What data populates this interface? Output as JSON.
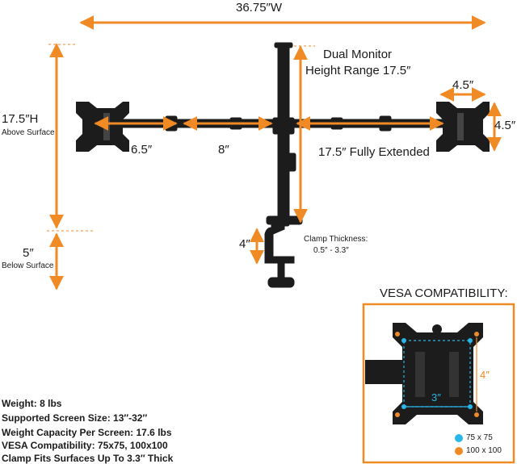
{
  "dimensions": {
    "total_width": "36.75″W",
    "height_range_line1": "Dual Monitor",
    "height_range_line2": "Height Range 17.5″",
    "height_above": "17.5″H",
    "above_surface": "Above Surface",
    "below": "5″",
    "below_surface": "Below Surface",
    "arm_inner": "6.5″",
    "arm_mid": "8″",
    "arm_extended": "17.5″ Fully Extended",
    "plate_width": "4.5″",
    "plate_height": "4.5″",
    "clamp_height": "4″",
    "clamp_thickness_label": "Clamp Thickness:",
    "clamp_thickness_range": "0.5″ - 3.3″"
  },
  "vesa": {
    "title": "VESA COMPATIBILITY:",
    "inner_width": "3″",
    "outer_height": "4″",
    "legend": [
      {
        "label": "75 x 75",
        "color": "#29b6e8"
      },
      {
        "label": "100 x 100",
        "color": "#f08a24"
      }
    ]
  },
  "specs": [
    "Weight: 8 lbs",
    "Supported Screen Size: 13″-32″",
    "Weight Capacity Per Screen: 17.6 lbs",
    "VESA Compatibility: 75x75, 100x100",
    "Clamp Fits Surfaces Up To 3.3″ Thick"
  ],
  "colors": {
    "accent": "#f08a24",
    "dot_blue": "#29b6e8",
    "metal": "#1c1c1c"
  }
}
